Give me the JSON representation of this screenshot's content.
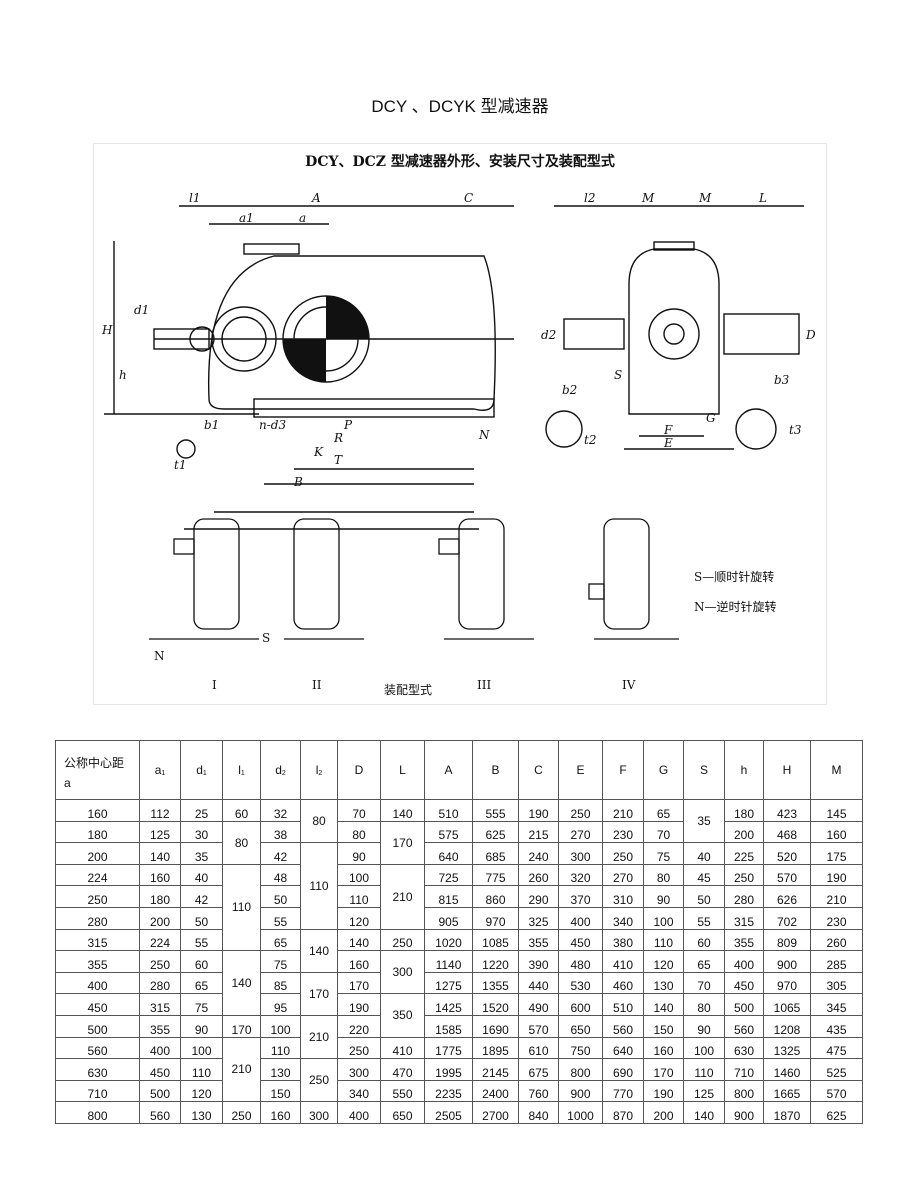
{
  "document": {
    "title": "DCY 、DCYK 型减速器"
  },
  "figure": {
    "title": "DCY、DCZ 型减速器外形、安装尺寸及装配型式",
    "dims_front": [
      "l1",
      "A",
      "C",
      "a1",
      "a",
      "H",
      "h",
      "d1",
      "n-d3",
      "P",
      "R",
      "N",
      "K",
      "T",
      "B",
      "b1",
      "t1"
    ],
    "dims_side": [
      "l2",
      "M",
      "M",
      "L",
      "d2",
      "D",
      "S",
      "b2",
      "b3",
      "F",
      "G",
      "E",
      "t2",
      "t3"
    ],
    "assembly_types": [
      "I",
      "II",
      "III",
      "IV"
    ],
    "rotation_labels": {
      "S": "S",
      "N": "N"
    },
    "legend": [
      "S—顺时针旋转",
      "N—逆时针旋转"
    ],
    "assembly_caption": "装配型式"
  },
  "table": {
    "header_first": [
      "公称中心距",
      "a"
    ],
    "columns": [
      {
        "m": "a",
        "s": "1"
      },
      {
        "m": "d",
        "s": "1"
      },
      {
        "m": "l",
        "s": "1"
      },
      {
        "m": "d",
        "s": "2"
      },
      {
        "m": "l",
        "s": "2"
      },
      {
        "m": "D",
        "s": ""
      },
      {
        "m": "L",
        "s": ""
      },
      {
        "m": "A",
        "s": ""
      },
      {
        "m": "B",
        "s": ""
      },
      {
        "m": "C",
        "s": ""
      },
      {
        "m": "E",
        "s": ""
      },
      {
        "m": "F",
        "s": ""
      },
      {
        "m": "G",
        "s": ""
      },
      {
        "m": "S",
        "s": ""
      },
      {
        "m": "h",
        "s": ""
      },
      {
        "m": "H",
        "s": ""
      },
      {
        "m": "M",
        "s": ""
      }
    ],
    "rows": [
      [
        "160",
        "112",
        "25",
        "60",
        "32",
        {
          "v": "80",
          "rs": 2
        },
        "70",
        "140",
        "510",
        "555",
        "190",
        "250",
        "210",
        "65",
        {
          "v": "35",
          "rs": 2
        },
        "180",
        "423",
        "145"
      ],
      [
        "180",
        "125",
        "30",
        {
          "v": "80",
          "rs": 2
        },
        "38",
        "80",
        {
          "v": "170",
          "rs": 2
        },
        "575",
        "625",
        "215",
        "270",
        "230",
        "70",
        "200",
        "468",
        "160"
      ],
      [
        "200",
        "140",
        "35",
        "42",
        {
          "v": "110",
          "rs": 4
        },
        "90",
        "640",
        "685",
        "240",
        "300",
        "250",
        "75",
        "40",
        "225",
        "520",
        "175"
      ],
      [
        "224",
        "160",
        "40",
        {
          "v": "110",
          "rs": 4
        },
        "48",
        "100",
        {
          "v": "210",
          "rs": 3
        },
        "725",
        "775",
        "260",
        "320",
        "270",
        "80",
        "45",
        "250",
        "570",
        "190"
      ],
      [
        "250",
        "180",
        "42",
        "50",
        "110",
        "815",
        "860",
        "290",
        "370",
        "310",
        "90",
        "50",
        "280",
        "626",
        "210"
      ],
      [
        "280",
        "200",
        "50",
        "55",
        "120",
        "905",
        "970",
        "325",
        "400",
        "340",
        "100",
        "55",
        "315",
        "702",
        "230"
      ],
      [
        "315",
        "224",
        "55",
        "65",
        {
          "v": "140",
          "rs": 2
        },
        "140",
        "250",
        "1020",
        "1085",
        "355",
        "450",
        "380",
        "110",
        "60",
        "355",
        "809",
        "260"
      ],
      [
        "355",
        "250",
        "60",
        {
          "v": "140",
          "rs": 3
        },
        "75",
        "160",
        {
          "v": "300",
          "rs": 2
        },
        "1140",
        "1220",
        "390",
        "480",
        "410",
        "120",
        "65",
        "400",
        "900",
        "285"
      ],
      [
        "400",
        "280",
        "65",
        "85",
        {
          "v": "170",
          "rs": 2
        },
        "170",
        "1275",
        "1355",
        "440",
        "530",
        "460",
        "130",
        "70",
        "450",
        "970",
        "305"
      ],
      [
        "450",
        "315",
        "75",
        "95",
        "190",
        {
          "v": "350",
          "rs": 2
        },
        "1425",
        "1520",
        "490",
        "600",
        "510",
        "140",
        "80",
        "500",
        "1065",
        "345"
      ],
      [
        "500",
        "355",
        "90",
        "170",
        "100",
        {
          "v": "210",
          "rs": 2
        },
        "220",
        "1585",
        "1690",
        "570",
        "650",
        "560",
        "150",
        "90",
        "560",
        "1208",
        "435"
      ],
      [
        "560",
        "400",
        "100",
        {
          "v": "210",
          "rs": 3
        },
        "110",
        "250",
        "410",
        "1775",
        "1895",
        "610",
        "750",
        "640",
        "160",
        "100",
        "630",
        "1325",
        "475"
      ],
      [
        "630",
        "450",
        "110",
        "130",
        {
          "v": "250",
          "rs": 2
        },
        "300",
        "470",
        "1995",
        "2145",
        "675",
        "800",
        "690",
        "170",
        "110",
        "710",
        "1460",
        "525"
      ],
      [
        "710",
        "500",
        "120",
        "150",
        "340",
        "550",
        "2235",
        "2400",
        "760",
        "900",
        "770",
        "190",
        "125",
        "800",
        "1665",
        "570"
      ],
      [
        "800",
        "560",
        "130",
        "250",
        "160",
        "300",
        "400",
        "650",
        "2505",
        "2700",
        "840",
        "1000",
        "870",
        "200",
        "140",
        "900",
        "1870",
        "625"
      ]
    ]
  }
}
